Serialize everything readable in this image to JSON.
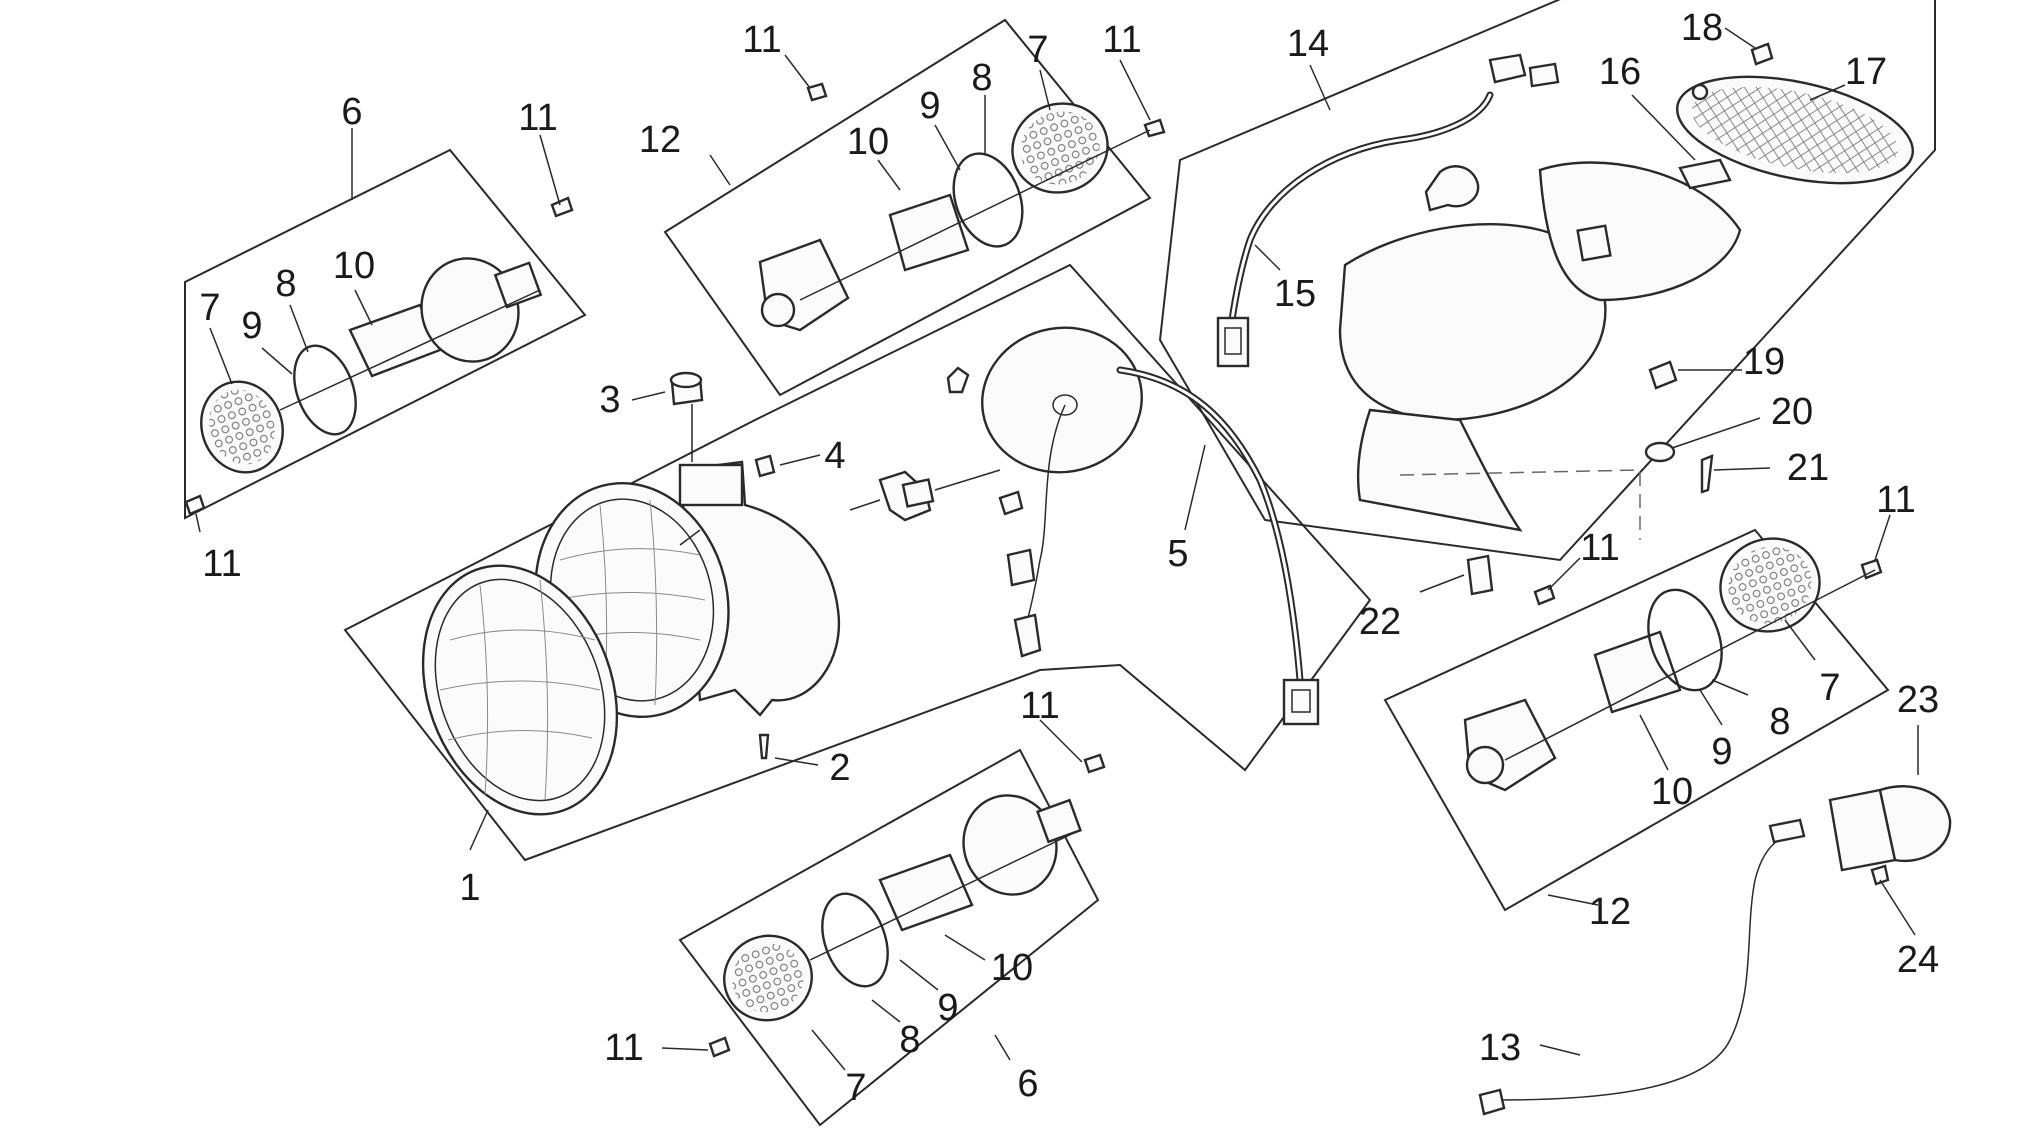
{
  "callouts": {
    "c1": "1",
    "c2": "2",
    "c3": "3",
    "c4": "4",
    "c5": "5",
    "c6a": "6",
    "c6b": "6",
    "c7a": "7",
    "c7b": "7",
    "c7c": "7",
    "c7d": "7",
    "c8a": "8",
    "c8b": "8",
    "c8c": "8",
    "c8d": "8",
    "c9a": "9",
    "c9b": "9",
    "c9c": "9",
    "c9d": "9",
    "c10a": "10",
    "c10b": "10",
    "c10c": "10",
    "c10d": "10",
    "c11a": "11",
    "c11b": "11",
    "c11c": "11",
    "c11d": "11",
    "c11e": "11",
    "c11f": "11",
    "c11g": "11",
    "c11h": "11",
    "c12a": "12",
    "c12b": "12",
    "c13": "13",
    "c14": "14",
    "c15": "15",
    "c16": "16",
    "c17": "17",
    "c18": "18",
    "c19": "19",
    "c20": "20",
    "c21": "21",
    "c22": "22",
    "c23": "23",
    "c24": "24"
  },
  "colors": {
    "line": "#2a2a2a",
    "background": "#ffffff"
  }
}
